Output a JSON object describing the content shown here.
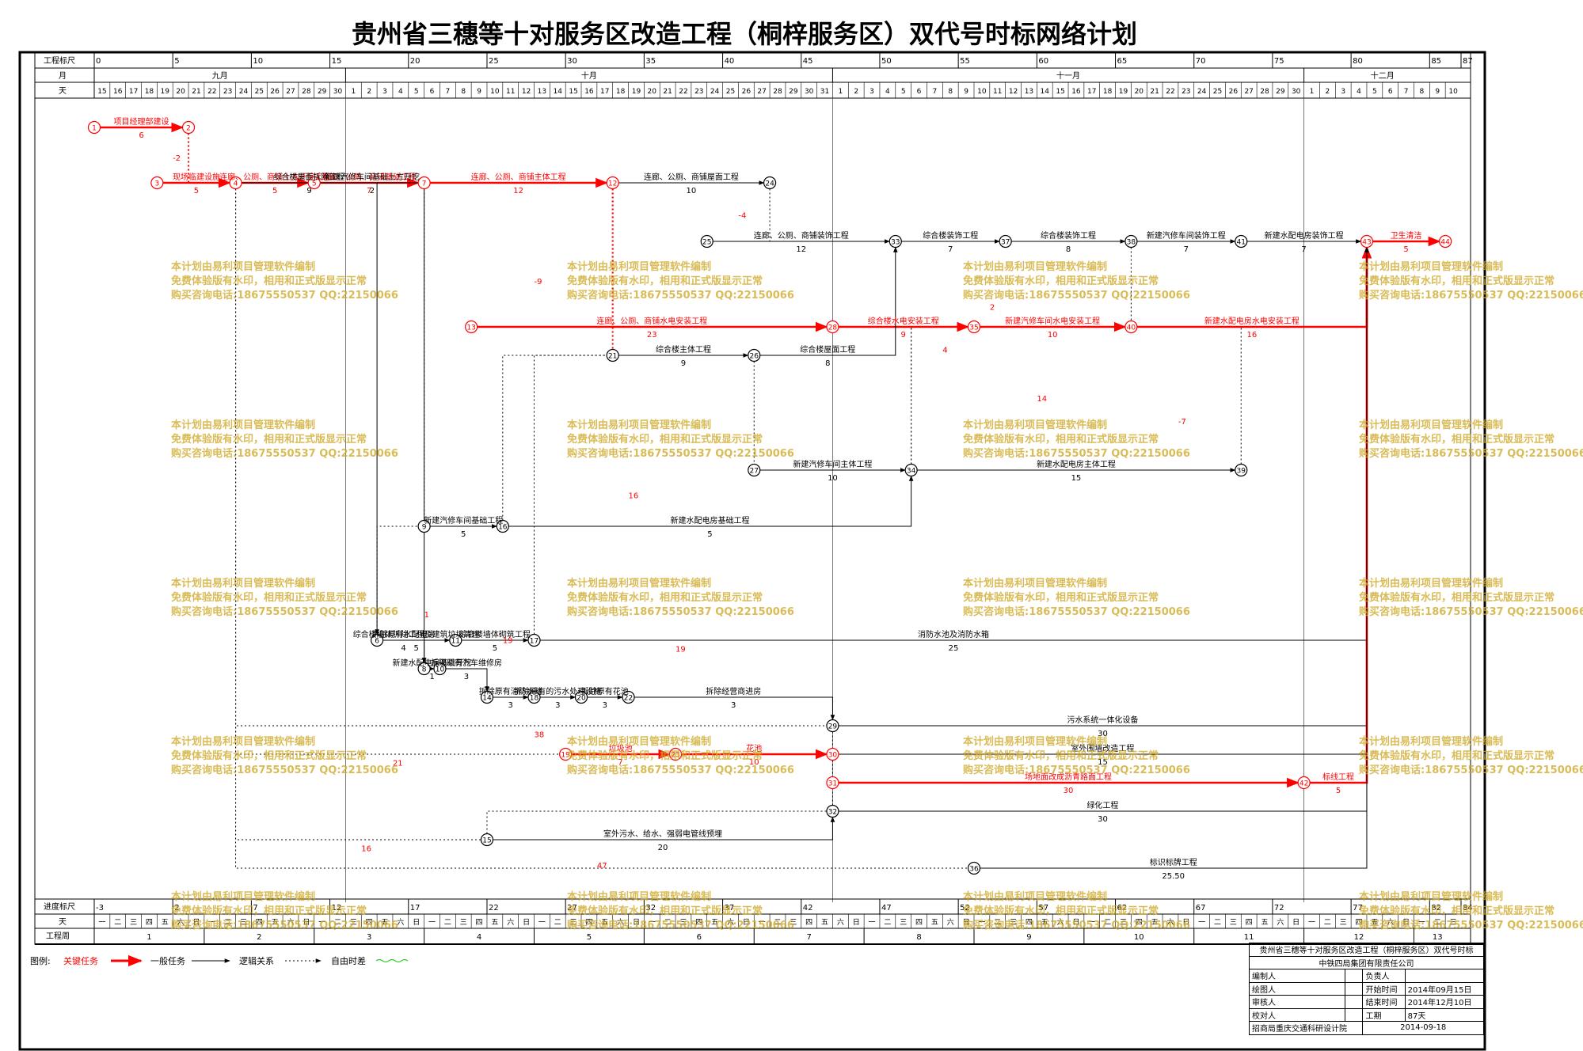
{
  "title": "贵州省三穗等十对服务区改造工程（桐梓服务区）双代号时标网络计划",
  "header": {
    "row_labels": {
      "scale": "工程标尺",
      "month": "月",
      "day": "天"
    },
    "scale_ticks": [
      "0",
      "5",
      "10",
      "15",
      "20",
      "25",
      "30",
      "35",
      "40",
      "45",
      "50",
      "55",
      "60",
      "65",
      "70",
      "75",
      "80",
      "85",
      "87"
    ],
    "months": [
      "九月",
      "十月",
      "十一月",
      "十二月"
    ]
  },
  "footer": {
    "row_labels": {
      "progress": "进度标尺",
      "weekday": "天",
      "week": "工程周"
    },
    "progress_ticks": [
      "-3",
      "2",
      "7",
      "12",
      "17",
      "22",
      "27",
      "32",
      "37",
      "42",
      "47",
      "52",
      "57",
      "62",
      "67",
      "72",
      "77",
      "82",
      "84"
    ],
    "weekdays": [
      "一",
      "二",
      "三",
      "四",
      "五",
      "六",
      "日"
    ],
    "weeks": [
      "1",
      "2",
      "3",
      "4",
      "5",
      "6",
      "7",
      "8",
      "9",
      "10",
      "11",
      "12",
      "13"
    ]
  },
  "legend": {
    "title": "图例:",
    "critical": "关键任务",
    "normal": "一般任务",
    "logic": "逻辑关系",
    "float": "自由时差",
    "colors": {
      "critical": "#ff0000",
      "normal": "#000000",
      "float": "#33cc33"
    }
  },
  "watermark": [
    "本计划由易利项目管理软件编制",
    "免费体验版有水印，相用和正式版显示正常",
    "购买咨询电话:18675550537 QQ:22150066"
  ],
  "info_box": {
    "project": "贵州省三穗等十对服务区改造工程（桐梓服务区）双代号时标",
    "company": "中铁四局集团有限责任公司",
    "rows": [
      [
        "编制人",
        "",
        "负责人",
        ""
      ],
      [
        "绘图人",
        "",
        "开始时间",
        "2014年09月15日"
      ],
      [
        "审核人",
        "",
        "结束时间",
        "2014年12月10日"
      ],
      [
        "校对人",
        "",
        "工期",
        "87天"
      ]
    ],
    "footer_left": "招商局重庆交通科研设计院",
    "footer_right": "2014-09-18"
  },
  "chart_data": {
    "type": "time-scaled network",
    "start_date": "2014-09-15",
    "end_date": "2014-12-10",
    "duration": "87天",
    "nodes": [
      {
        "id": "1",
        "day": 0,
        "lane": 0
      },
      {
        "id": "2",
        "day": 6,
        "lane": 0
      },
      {
        "id": "3",
        "day": 4,
        "lane": 1
      },
      {
        "id": "4",
        "day": 9,
        "lane": 1
      },
      {
        "id": "5",
        "day": 14,
        "lane": 1
      },
      {
        "id": "7",
        "day": 21,
        "lane": 1
      },
      {
        "id": "12",
        "day": 33,
        "lane": 1
      },
      {
        "id": "24",
        "day": 43,
        "lane": 1
      },
      {
        "id": "25",
        "day": 39,
        "lane": 2
      },
      {
        "id": "33",
        "day": 51,
        "lane": 2
      },
      {
        "id": "37",
        "day": 58,
        "lane": 2
      },
      {
        "id": "38",
        "day": 66,
        "lane": 2
      },
      {
        "id": "41",
        "day": 73,
        "lane": 2
      },
      {
        "id": "43",
        "day": 81,
        "lane": 2
      },
      {
        "id": "44",
        "day": 86,
        "lane": 2
      },
      {
        "id": "13",
        "day": 24,
        "lane": 3
      },
      {
        "id": "28",
        "day": 47,
        "lane": 3
      },
      {
        "id": "35",
        "day": 56,
        "lane": 3
      },
      {
        "id": "40",
        "day": 66,
        "lane": 3
      },
      {
        "id": "21",
        "day": 33,
        "lane": 4
      },
      {
        "id": "26",
        "day": 42,
        "lane": 4
      },
      {
        "id": "27",
        "day": 42,
        "lane": 5
      },
      {
        "id": "34",
        "day": 52,
        "lane": 5
      },
      {
        "id": "39",
        "day": 73,
        "lane": 5
      },
      {
        "id": "9",
        "day": 21,
        "lane": 6
      },
      {
        "id": "16",
        "day": 26,
        "lane": 6
      },
      {
        "id": "6",
        "day": 18,
        "lane": 7
      },
      {
        "id": "11",
        "day": 23,
        "lane": 7
      },
      {
        "id": "17",
        "day": 28,
        "lane": 7
      },
      {
        "id": "8",
        "day": 21,
        "lane": 8
      },
      {
        "id": "10",
        "day": 22,
        "lane": 8
      },
      {
        "id": "14",
        "day": 25,
        "lane": 9
      },
      {
        "id": "18",
        "day": 28,
        "lane": 9
      },
      {
        "id": "20",
        "day": 31,
        "lane": 9
      },
      {
        "id": "22",
        "day": 34,
        "lane": 9
      },
      {
        "id": "29",
        "day": 47,
        "lane": 10
      },
      {
        "id": "19",
        "day": 30,
        "lane": 11
      },
      {
        "id": "23",
        "day": 37,
        "lane": 11
      },
      {
        "id": "30",
        "day": 47,
        "lane": 11
      },
      {
        "id": "31",
        "day": 47,
        "lane": 12
      },
      {
        "id": "42",
        "day": 77,
        "lane": 12
      },
      {
        "id": "32",
        "day": 47,
        "lane": 13
      },
      {
        "id": "15",
        "day": 25,
        "lane": 14
      },
      {
        "id": "36",
        "day": 56,
        "lane": 15
      }
    ],
    "activities": [
      {
        "from": "1",
        "to": "2",
        "name": "项目经理部建设",
        "duration": "6",
        "critical": true
      },
      {
        "from": "3",
        "to": "4",
        "name": "现场临建设施",
        "duration": "5",
        "critical": true
      },
      {
        "from": "4",
        "to": "5",
        "name": "连廊、公厕、商铺土方开挖工程",
        "duration": "5",
        "critical": true
      },
      {
        "from": "5",
        "to": "7",
        "name": "连廊、公厕、商铺基础工程",
        "duration": "7",
        "critical": true
      },
      {
        "from": "7",
        "to": "12",
        "name": "连廊、公厕、商铺主体工程",
        "duration": "12",
        "critical": true
      },
      {
        "from": "12",
        "to": "24",
        "name": "连廊、公厕、商铺屋面工程",
        "duration": "10",
        "critical": false
      },
      {
        "from": "25",
        "to": "33",
        "name": "连廊、公厕、商铺装饰工程",
        "duration": "12",
        "critical": false
      },
      {
        "from": "33",
        "to": "37",
        "name": "综合楼装饰工程",
        "duration": "7",
        "critical": false
      },
      {
        "from": "37",
        "to": "38",
        "name": "综合楼装饰工程",
        "duration": "8",
        "critical": false
      },
      {
        "from": "38",
        "to": "41",
        "name": "新建汽修车间装饰工程",
        "duration": "7",
        "critical": false
      },
      {
        "from": "41",
        "to": "43",
        "name": "新建水配电房装饰工程",
        "duration": "7",
        "critical": false
      },
      {
        "from": "43",
        "to": "44",
        "name": "卫生清洁",
        "duration": "5",
        "critical": true
      },
      {
        "from": "13",
        "to": "28",
        "name": "连廊、公厕、商铺水电安装工程",
        "duration": "23",
        "critical": true
      },
      {
        "from": "28",
        "to": "35",
        "name": "综合楼水电安装工程",
        "duration": "9",
        "critical": true
      },
      {
        "from": "35",
        "to": "40",
        "name": "新建汽修车间水电安装工程",
        "duration": "10",
        "critical": true
      },
      {
        "from": "40",
        "to": "43",
        "name": "新建水配电房水电安装工程",
        "duration": "16",
        "critical": true
      },
      {
        "from": "21",
        "to": "26",
        "name": "综合楼主体工程",
        "duration": "9",
        "critical": false
      },
      {
        "from": "26",
        "to": "33",
        "name": "综合楼屋面工程",
        "duration": "8",
        "critical": false
      },
      {
        "from": "27",
        "to": "34",
        "name": "新建汽修车间主体工程",
        "duration": "10",
        "critical": false
      },
      {
        "from": "34",
        "to": "39",
        "name": "新建水配电房主体工程",
        "duration": "15",
        "critical": false
      },
      {
        "from": "9",
        "to": "16",
        "name": "新建汽修车间基础工程",
        "duration": "5",
        "critical": false
      },
      {
        "from": "16",
        "to": "34",
        "name": "新建水配电房基础工程",
        "duration": "5",
        "critical": false
      },
      {
        "from": "4",
        "to": "6",
        "name": "综合楼屋面拆除工程",
        "duration": "9",
        "critical": false
      },
      {
        "from": "6",
        "to": "11",
        "name": "综合楼墙体拆除工程及建筑垃圾清理",
        "duration": "5",
        "critical": false
      },
      {
        "from": "11",
        "to": "17",
        "name": "综合楼墙体砌筑工程",
        "duration": "5",
        "critical": false
      },
      {
        "from": "17",
        "to": "43",
        "name": "消防水池及消防水箱",
        "duration": "25",
        "critical": false
      },
      {
        "from": "5",
        "to": "8",
        "name": "新建汽修车间基础土方开挖",
        "duration": "2",
        "critical": false
      },
      {
        "from": "6",
        "to": "8",
        "name": "拆除原有水配电房",
        "duration": "4",
        "critical": false
      },
      {
        "from": "8",
        "to": "10",
        "name": "新建水配电房基础开挖",
        "duration": "1",
        "critical": false
      },
      {
        "from": "10",
        "to": "14",
        "name": "拆除原有汽车维修房",
        "duration": "3",
        "critical": false
      },
      {
        "from": "14",
        "to": "18",
        "name": "拆除原有消防水池",
        "duration": "3",
        "critical": false
      },
      {
        "from": "18",
        "to": "20",
        "name": "拆除原有的污水处理设施",
        "duration": "3",
        "critical": false
      },
      {
        "from": "20",
        "to": "22",
        "name": "拆除原有花池",
        "duration": "3",
        "critical": false
      },
      {
        "from": "22",
        "to": "29",
        "name": "拆除经营商进房",
        "duration": "3",
        "critical": false
      },
      {
        "from": "29",
        "to": "43",
        "name": "污水系统一体化设备",
        "duration": "30",
        "critical": false
      },
      {
        "from": "19",
        "to": "23",
        "name": "垃圾池",
        "duration": "7",
        "critical": true
      },
      {
        "from": "23",
        "to": "30",
        "name": "花池",
        "duration": "10",
        "critical": true
      },
      {
        "from": "30",
        "to": "43",
        "name": "室外围墙改造工程",
        "duration": "15",
        "critical": false
      },
      {
        "from": "31",
        "to": "42",
        "name": "场地面改成沥青路面工程",
        "duration": "30",
        "critical": true
      },
      {
        "from": "42",
        "to": "43",
        "name": "标线工程",
        "duration": "5",
        "critical": true
      },
      {
        "from": "32",
        "to": "43",
        "name": "绿化工程",
        "duration": "30",
        "critical": false
      },
      {
        "from": "15",
        "to": "32",
        "name": "室外污水、给水、强弱电管线预埋",
        "duration": "20",
        "critical": false
      },
      {
        "from": "36",
        "to": "43",
        "name": "标识标牌工程",
        "duration": "25.50",
        "critical": false
      }
    ],
    "labels": [
      {
        "text": "-2",
        "day": 5,
        "lane": 0.6
      },
      {
        "text": "-4",
        "day": 41,
        "lane": 1.6
      },
      {
        "text": "-9",
        "day": 28,
        "lane": 2.5
      },
      {
        "text": "2",
        "day": 57,
        "lane": 2.8
      },
      {
        "text": "4",
        "day": 54,
        "lane": 3.9
      },
      {
        "text": "14",
        "day": 60,
        "lane": 4.4
      },
      {
        "text": "-7",
        "day": 69,
        "lane": 4.6
      },
      {
        "text": "16",
        "day": 34,
        "lane": 5.5
      },
      {
        "text": "1",
        "day": 21,
        "lane": 6.8
      },
      {
        "text": "19",
        "day": 26,
        "lane": 7.1
      },
      {
        "text": "19",
        "day": 37,
        "lane": 7.4
      },
      {
        "text": "38",
        "day": 28,
        "lane": 10.4
      },
      {
        "text": "21",
        "day": 19,
        "lane": 11.4
      },
      {
        "text": "16",
        "day": 17,
        "lane": 14.4
      },
      {
        "text": "47",
        "day": 32,
        "lane": 15.4
      }
    ]
  }
}
